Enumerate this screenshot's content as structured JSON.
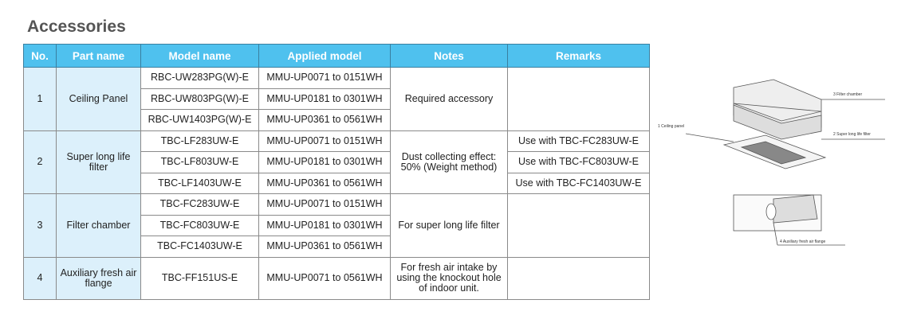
{
  "title": "Accessories",
  "headers": [
    "No.",
    "Part name",
    "Model name",
    "Applied model",
    "Notes",
    "Remarks"
  ],
  "groups": [
    {
      "no": "1",
      "part": "Ceiling Panel",
      "notes": "Required accessory",
      "rows": [
        {
          "model": "RBC-UW283PG(W)-E",
          "applied": "MMU-UP0071 to 0151WH",
          "remarks": ""
        },
        {
          "model": "RBC-UW803PG(W)-E",
          "applied": "MMU-UP0181 to 0301WH",
          "remarks": ""
        },
        {
          "model": "RBC-UW1403PG(W)-E",
          "applied": "MMU-UP0361 to 0561WH",
          "remarks": ""
        }
      ]
    },
    {
      "no": "2",
      "part": "Super long life filter",
      "notes": "Dust collecting effect: 50% (Weight method)",
      "rows": [
        {
          "model": "TBC-LF283UW-E",
          "applied": "MMU-UP0071 to 0151WH",
          "remarks": "Use with TBC-FC283UW-E"
        },
        {
          "model": "TBC-LF803UW-E",
          "applied": "MMU-UP0181 to 0301WH",
          "remarks": "Use with TBC-FC803UW-E"
        },
        {
          "model": "TBC-LF1403UW-E",
          "applied": "MMU-UP0361 to 0561WH",
          "remarks": "Use with TBC-FC1403UW-E"
        }
      ]
    },
    {
      "no": "3",
      "part": "Filter chamber",
      "notes": "For super long life filter",
      "rows": [
        {
          "model": "TBC-FC283UW-E",
          "applied": "MMU-UP0071 to 0151WH",
          "remarks": ""
        },
        {
          "model": "TBC-FC803UW-E",
          "applied": "MMU-UP0181 to 0301WH",
          "remarks": ""
        },
        {
          "model": "TBC-FC1403UW-E",
          "applied": "MMU-UP0361 to 0561WH",
          "remarks": ""
        }
      ]
    },
    {
      "no": "4",
      "part": "Auxiliary fresh air flange",
      "notes": "For fresh air intake by using the knockout hole of indoor unit.",
      "rows": [
        {
          "model": "TBC-FF151US-E",
          "applied": "MMU-UP0071 to 0561WH",
          "remarks": ""
        }
      ]
    }
  ],
  "diagram": {
    "labels": [
      {
        "num": "1",
        "name": "Ceiling panel"
      },
      {
        "num": "2",
        "name": "Super long life filter"
      },
      {
        "num": "3",
        "name": "Filter chamber"
      },
      {
        "num": "4",
        "name": "Auxiliary fresh air flange"
      }
    ]
  }
}
